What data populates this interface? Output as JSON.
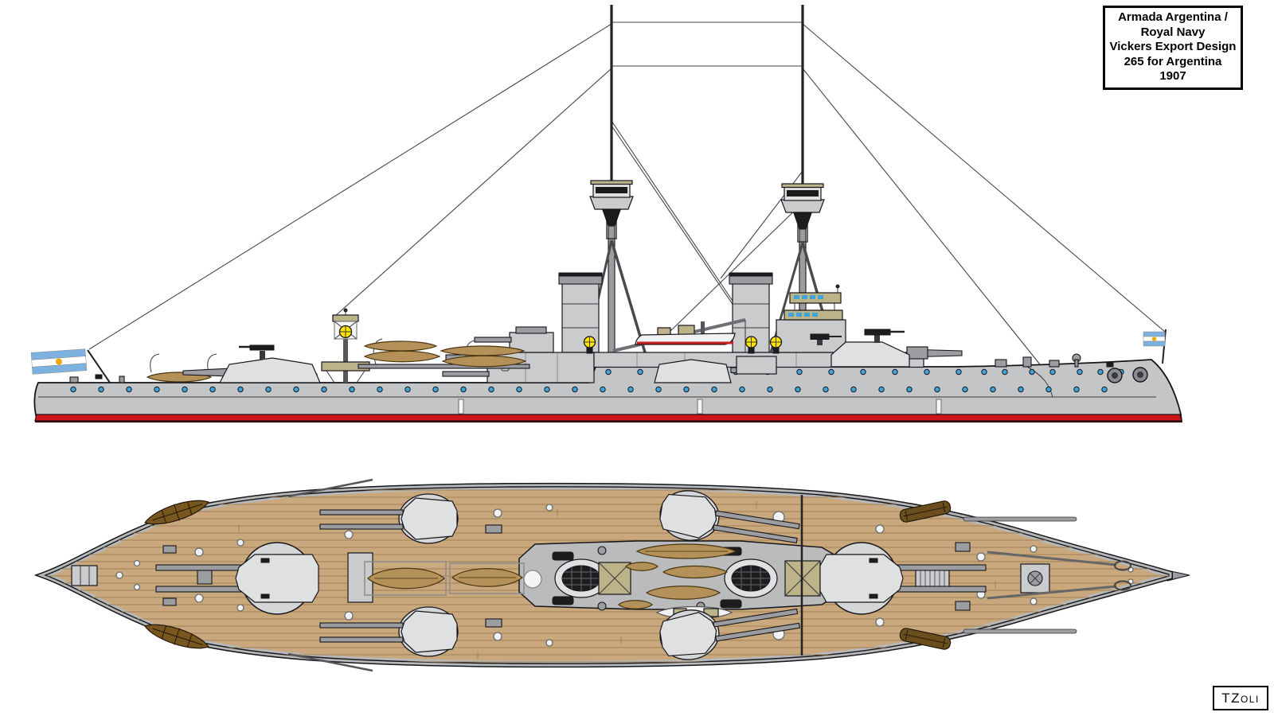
{
  "title_box": {
    "lines": [
      "Armada Argentina /",
      "Royal Navy",
      "Vickers Export Design",
      "265 for Argentina",
      "1907"
    ]
  },
  "signature": {
    "text": "TZoli"
  },
  "palette": {
    "background": "#ffffff",
    "outline": "#16161a",
    "hull_gray": "#c3c5c7",
    "super_gray": "#c9cbcd",
    "light_gray": "#dfe0e2",
    "mid_gray": "#9b9da0",
    "deck_tan": "#c9a87e",
    "plank_line": "#a07f52",
    "boat_wood": "#b39158",
    "boat_wood_dark": "#77571f",
    "khaki": "#bdb388",
    "waterline_red": "#cf1417",
    "porthole_blue": "#3ea4d9",
    "searchlight_yellow": "#ffe400",
    "flag_blue": "#7cb1e0",
    "flag_sun": "#efa700",
    "funnel_dark": "#1d1d20",
    "boat_white": "#eff1f2",
    "boat_red": "#c8201d"
  }
}
